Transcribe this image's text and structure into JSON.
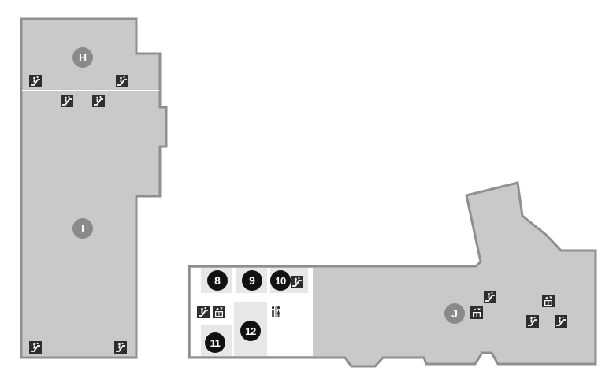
{
  "zones": [
    {
      "id": "zone-h",
      "label": "H"
    },
    {
      "id": "zone-i",
      "label": "I"
    },
    {
      "id": "zone-j",
      "label": "J"
    }
  ],
  "rooms": [
    {
      "id": "room-8",
      "label": "8"
    },
    {
      "id": "room-9",
      "label": "9"
    },
    {
      "id": "room-10",
      "label": "10"
    },
    {
      "id": "room-11",
      "label": "11"
    },
    {
      "id": "room-12",
      "label": "12"
    }
  ],
  "icons": {
    "escalator": "escalator-icon",
    "elevator": "elevator-icon",
    "restroom": "restroom-icon"
  },
  "colors": {
    "floor_fill": "#c9c9c9",
    "floor_stroke": "#8f8f8f",
    "room_fill": "#e7e7e7",
    "white_area": "#ffffff",
    "zone_marker": "#8a8a8a",
    "room_marker": "#111111",
    "icon_fill": "#2e2e2e"
  }
}
